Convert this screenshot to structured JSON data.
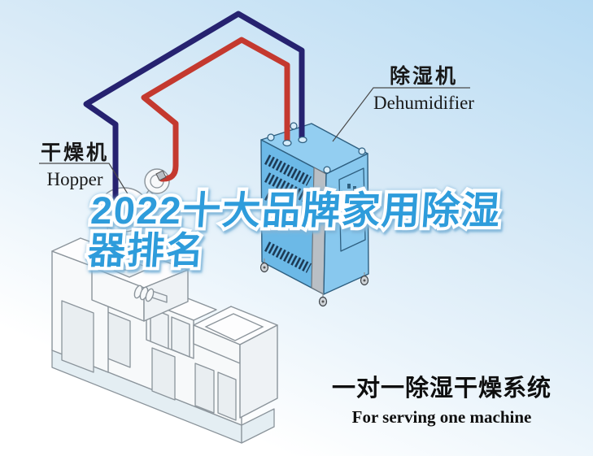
{
  "title": {
    "line1": "2022十大品牌家用除湿",
    "line2": "器排名"
  },
  "labels": {
    "hopper": {
      "zh": "干燥机",
      "en": "Hopper"
    },
    "dehumidifier": {
      "zh": "除湿机",
      "en": "Dehumidifier"
    }
  },
  "caption": {
    "zh": "一对一除湿干燥系统",
    "en": "For serving one machine"
  },
  "icons": {
    "hot_air_pipe": "red-pipe",
    "return_air_pipe": "navy-pipe",
    "dehumidifier_unit": "blue-cabinet-on-casters",
    "extruder_machine": "isometric-line-drawing",
    "hopper_dome": "round-hopper-with-blower"
  },
  "colors": {
    "sky-top": "#b7dbf3",
    "sky-mid": "#d8eaf7",
    "sky-bottom": "#ffffff",
    "pipe-hot": "#c4392f",
    "pipe-cold": "#262270",
    "dh-left": "#6cb9e7",
    "dh-top": "#93cef1",
    "dh-right": "#88c8ee",
    "dh-corner": "#b9bfc5",
    "dh-stroke": "#2e5f80",
    "vent": "#1d3a55",
    "machine-stroke": "#8b949b",
    "machine-face": "#f7f9fa",
    "machine-base": "#e4eef3",
    "label-line": "#4a4a4a",
    "title-blue": "#2e9cdb"
  }
}
